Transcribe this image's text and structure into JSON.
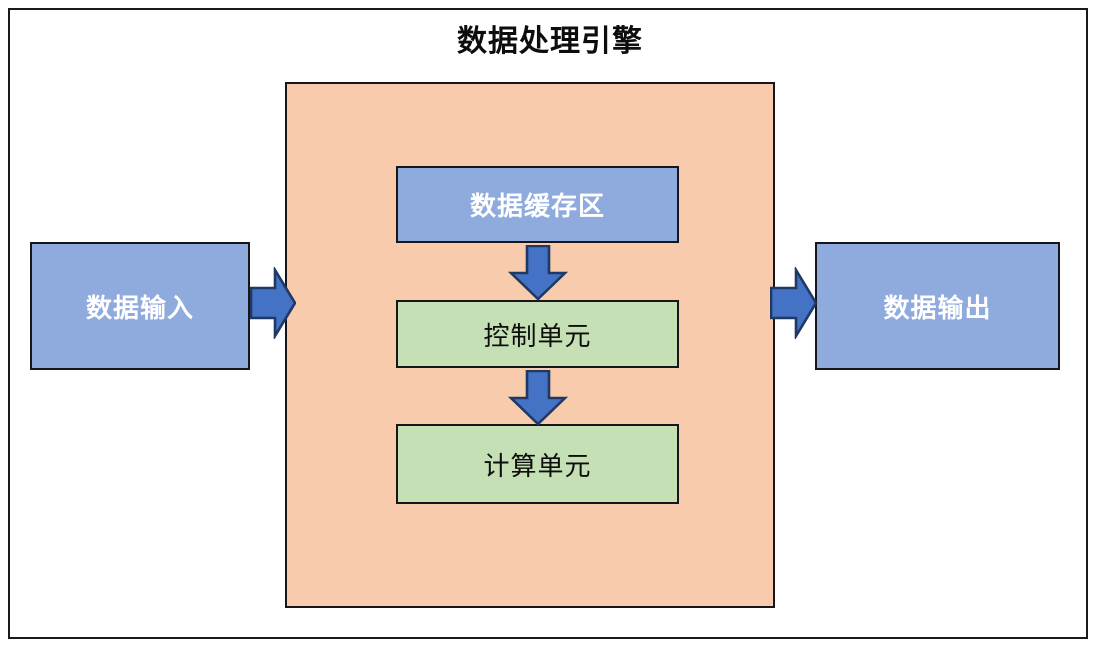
{
  "diagram": {
    "title": "数据处理引擎",
    "colors": {
      "container_fill": "#F8CBAC",
      "blue_fill": "#8FAADC",
      "green_fill": "#C5E0B4",
      "arrow_fill": "#4472C4",
      "arrow_stroke": "#1F3864",
      "border": "#17171B",
      "page_background": "#FFFFFF",
      "blue_text": "#FFFFFF",
      "green_text": "#0D0D0D"
    },
    "nodes": {
      "input": {
        "label": "数据输入",
        "fill": "#8FAADC",
        "text_color": "#FFFFFF"
      },
      "output": {
        "label": "数据输出",
        "fill": "#8FAADC",
        "text_color": "#FFFFFF"
      },
      "cache": {
        "label": "数据缓存区",
        "fill": "#8FAADC",
        "text_color": "#FFFFFF"
      },
      "control": {
        "label": "控制单元",
        "fill": "#C5E0B4",
        "text_color": "#0D0D0D"
      },
      "compute": {
        "label": "计算单元",
        "fill": "#C5E0B4",
        "text_color": "#0D0D0D"
      }
    },
    "arrows": [
      {
        "name": "input-to-engine",
        "direction": "right"
      },
      {
        "name": "engine-to-output",
        "direction": "right"
      },
      {
        "name": "cache-to-control",
        "direction": "down"
      },
      {
        "name": "control-to-compute",
        "direction": "down"
      }
    ]
  }
}
